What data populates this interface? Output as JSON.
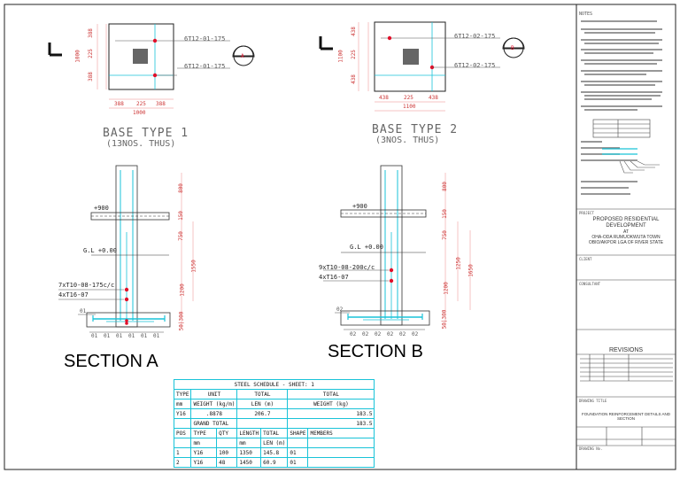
{
  "base1": {
    "title": "BASE TYPE 1",
    "subtitle": "(13NOS. THUS)",
    "bar_top": "6T12-01-175",
    "bar_bottom": "6T12-01-175",
    "marker": "A",
    "dim_bottom": [
      "388",
      "225",
      "388"
    ],
    "dim_total": "1000",
    "dim_side": [
      "388",
      "225",
      "388"
    ],
    "dim_side_total": "1000"
  },
  "base2": {
    "title": "BASE TYPE 2",
    "subtitle": "(3NOS. THUS)",
    "bar_top": "6T12-02-175",
    "bar_bottom": "6T12-02-175",
    "marker": "B",
    "dim_bottom": [
      "438",
      "225",
      "438"
    ],
    "dim_total": "1100",
    "dim_side": [
      "438",
      "225",
      "438"
    ],
    "dim_side_total": "1100"
  },
  "sectionA": {
    "title": "SECTION A",
    "level_top": "+900",
    "gl": "G.L +0.00",
    "note1": "7xT10-08-175c/c",
    "note2": "4xT16-07",
    "base_tag": "01",
    "bottom_tags": [
      "01",
      "01",
      "01",
      "01",
      "01",
      "01"
    ],
    "dims": [
      "800",
      "150",
      "750",
      "1550",
      "1200",
      "50|300"
    ]
  },
  "sectionB": {
    "title": "SECTION B",
    "level_top": "+900",
    "gl": "G.L +0.00",
    "note1": "9xT10-08-200c/c",
    "note2": "4xT16-07",
    "base_tag": "02",
    "bottom_tags": [
      "02",
      "02",
      "02",
      "02",
      "02",
      "02"
    ],
    "dims": [
      "800",
      "150",
      "750",
      "1250",
      "1200",
      "1650",
      "50|300"
    ]
  },
  "schedule": {
    "title": "STEEL SCHEDULE - SHEET: 1",
    "head1": [
      "TYPE",
      "UNIT",
      "TOTAL",
      "TOTAL"
    ],
    "head2": [
      "mm",
      "WEIGHT (kg/m)",
      "LEN (m)",
      "WEIGHT (kg)"
    ],
    "row1": [
      "Y16",
      ".8878",
      "206.7",
      "183.5"
    ],
    "grand_label": "GRAND TOTAL",
    "grand_value": "183.5",
    "bar_head1": [
      "POS",
      "TYPE",
      "QTY",
      "LENGTH",
      "TOTAL",
      "SHAPE",
      "MEMBERS"
    ],
    "bar_head2": [
      "",
      "mm",
      "",
      "mm",
      "LEN (m)",
      "",
      ""
    ],
    "bars": [
      [
        "1",
        "Y16",
        "100",
        "1350",
        "145.8",
        "01",
        ""
      ],
      [
        "2",
        "Y16",
        "48",
        "1450",
        "60.9",
        "01",
        ""
      ]
    ]
  },
  "titleblock": {
    "notes_heading": "NOTES",
    "project_label": "PROJECT",
    "project_lines": [
      "PROPOSED RESIDENTIAL",
      "DEVELOPMENT",
      "AT",
      "OHA-ODA RUMUOKWUTA TOWN",
      "OBIO/AKPOR LGA OF RIVER STATE"
    ],
    "client_label": "CLIENT",
    "consultant_label": "CONSULTANT",
    "revisions": "REVISIONS",
    "drawing_title_label": "DRAWING TITLE",
    "drawing_title": "FOUNDATION REINFORCEMENT DETAILS AND SECTION",
    "drawing_no_label": "DRAWING No."
  },
  "colors": {
    "cyan": "#19c3d8",
    "red": "#e0102a",
    "line": "#666666"
  }
}
